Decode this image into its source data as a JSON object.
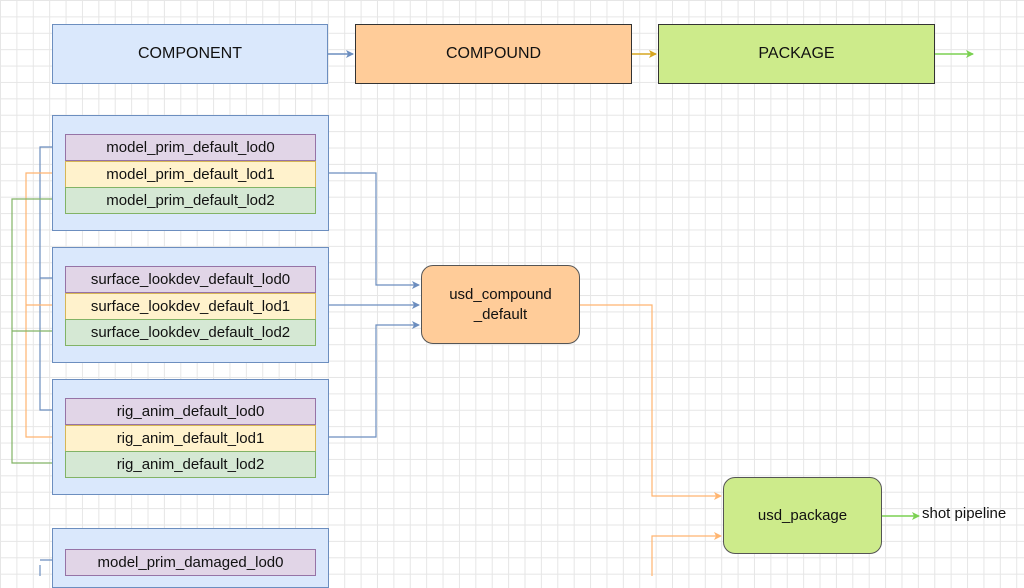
{
  "headers": {
    "component": "COMPONENT",
    "compound": "COMPOUND",
    "package": "PACKAGE"
  },
  "groups": [
    {
      "items": [
        "model_prim_default_lod0",
        "model_prim_default_lod1",
        "model_prim_default_lod2"
      ]
    },
    {
      "items": [
        "surface_lookdev_default_lod0",
        "surface_lookdev_default_lod1",
        "surface_lookdev_default_lod2"
      ]
    },
    {
      "items": [
        "rig_anim_default_lod0",
        "rig_anim_default_lod1",
        "rig_anim_default_lod2"
      ]
    },
    {
      "items": [
        "model_prim_damaged_lod0"
      ]
    }
  ],
  "nodes": {
    "compound": "usd_compound\n_default",
    "package": "usd_package",
    "output": "shot pipeline"
  },
  "colors": {
    "blue_line": "#6c8ebf",
    "orange_line": "#ffb570",
    "yellow_line": "#d6a520",
    "green_line": "#82b366",
    "header_arrow_green": "#7bd152"
  }
}
